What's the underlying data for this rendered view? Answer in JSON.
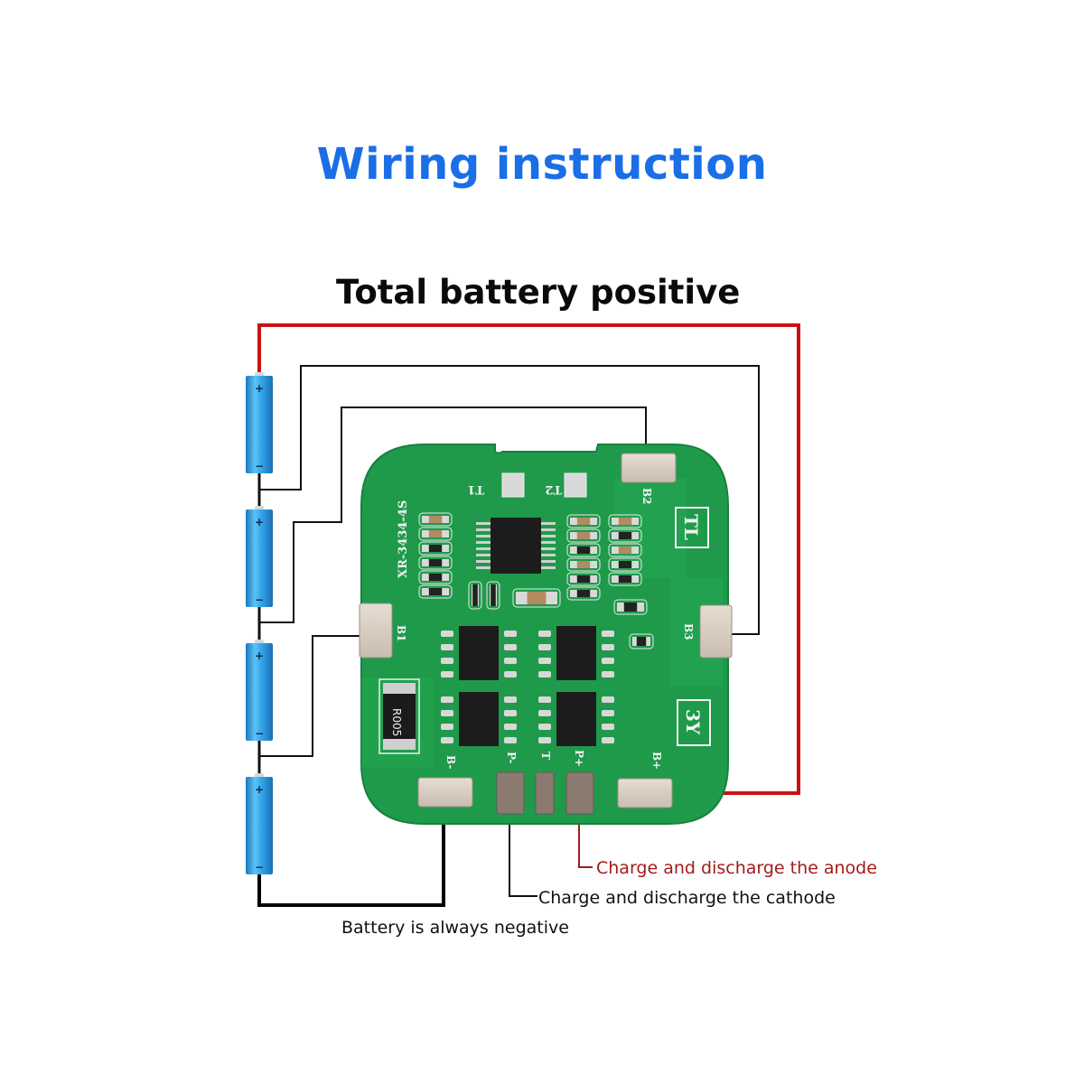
{
  "title": "Wiring instruction",
  "subtitle": "Total battery positive",
  "labels": {
    "anode": "Charge and discharge the anode",
    "cathode": "Charge and discharge the cathode",
    "battery_negative": "Battery is always negative"
  },
  "battery": {
    "cell_count": 4,
    "plus_sign": "+",
    "minus_sign": "−"
  },
  "pcb": {
    "model": "XR-3434-4S",
    "pad_labels": {
      "b1": "B1",
      "b2": "B2",
      "b3": "B3",
      "b_minus": "B-",
      "b_plus": "B+",
      "p_minus": "P-",
      "t": "T",
      "p_plus": "P+",
      "t1": "T1",
      "t2": "T2"
    },
    "markings": {
      "tl": "TL",
      "y3": "3Y",
      "shunt": "R005"
    }
  },
  "colors": {
    "title": "#1a6ee6",
    "positive_wire": "#cc1111",
    "negative_wire": "#000000",
    "pcb_green": "#1f9a4a",
    "battery_blue": "#2b9be0",
    "anode_label": "#a31b1b"
  }
}
